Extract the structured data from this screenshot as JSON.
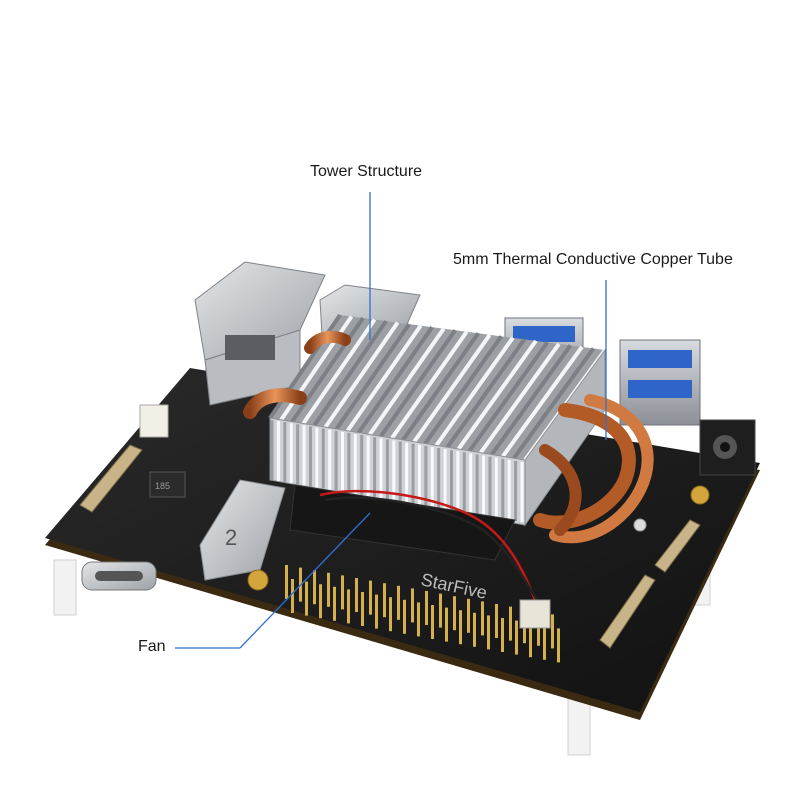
{
  "callouts": {
    "tower_structure": "Tower Structure",
    "copper_tube": "5mm Thermal Conductive Copper Tube",
    "fan": "Fan"
  },
  "board": {
    "silkscreen_brand": "StarFive",
    "chip_marking": "185",
    "shield_marking": "2"
  },
  "colors": {
    "background": "#ffffff",
    "pcb": "#1c1c1c",
    "copper": "#c46a32",
    "fins": "#c9ccd0",
    "callout_line": "#2f6fd1"
  }
}
